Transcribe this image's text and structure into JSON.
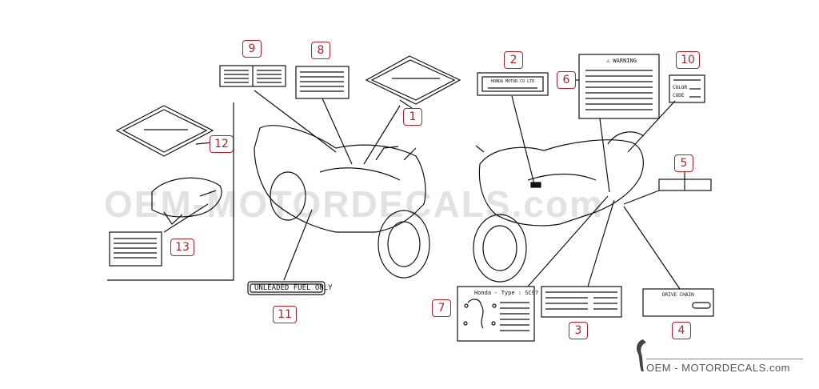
{
  "diagram": {
    "callouts": [
      "1",
      "2",
      "3",
      "4",
      "5",
      "6",
      "7",
      "8",
      "9",
      "10",
      "11",
      "12",
      "13"
    ],
    "labels": {
      "unleaded": "UNLEADED FUEL ONLY",
      "drive_chain": "DRIVE CHAIN",
      "honda_type": "Honda - Type : SCS7",
      "warning": "⚠ WARNING",
      "color": "COLOR",
      "code": "CODE",
      "honda_motor": "HONDA MOTOR CO LTD"
    },
    "watermark": "OEM-MOTORDECALS.com",
    "brand": "OEM - MOTORDECALS.com"
  },
  "colors": {
    "callout": "#b0222a",
    "line": "#111111",
    "watermark": "#e2e2e2"
  }
}
